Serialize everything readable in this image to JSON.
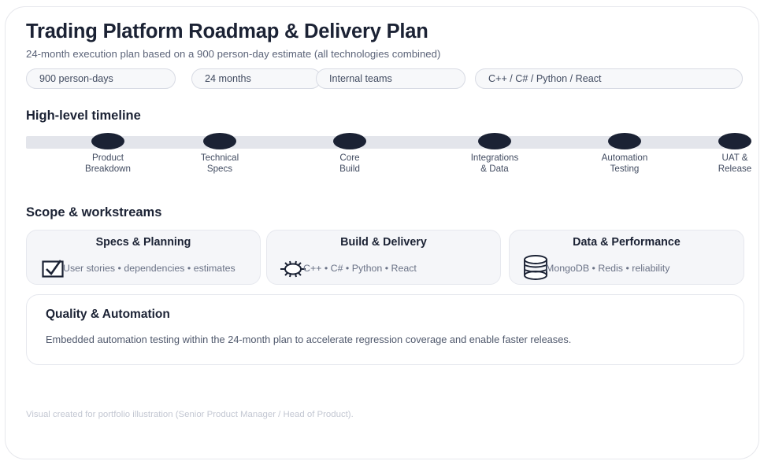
{
  "header": {
    "title": "Trading Platform Roadmap & Delivery Plan",
    "subtitle": "24-month execution plan based on a 900 person-day estimate (all technologies combined)",
    "pills": [
      {
        "label": "900 person-days"
      },
      {
        "label": "24 months"
      },
      {
        "label": "Internal teams"
      },
      {
        "label": "C++ / C# / Python / React"
      }
    ]
  },
  "timeline": {
    "heading": "High-level timeline",
    "stops": [
      {
        "line1": "Product",
        "line2": "Breakdown"
      },
      {
        "line1": "Technical",
        "line2": "Specs"
      },
      {
        "line1": "Core",
        "line2": "Build"
      },
      {
        "line1": "Integrations",
        "line2": "& Data"
      },
      {
        "line1": "Automation",
        "line2": "Testing"
      },
      {
        "line1": "UAT &",
        "line2": "Release"
      }
    ]
  },
  "scope": {
    "heading": "Scope & workstreams",
    "cards": [
      {
        "title": "Specs & Planning",
        "text": "User stories • dependencies • estimates",
        "icon": "checkbox-checked-icon"
      },
      {
        "title": "Build & Delivery",
        "text": "C++ • C# • Python • React",
        "icon": "gear-icon"
      },
      {
        "title": "Data & Performance",
        "text": "MongoDB • Redis • reliability",
        "icon": "database-icon"
      }
    ]
  },
  "panel": {
    "title": "Quality & Automation",
    "text": "Embedded automation testing within the 24-month plan to accelerate regression coverage and enable faster releases."
  },
  "footer": {
    "text": "Visual created for portfolio illustration (Senior Product Manager / Head of Product)."
  },
  "colors": {
    "ink": "#1b2234",
    "muted": "#6a7286",
    "bar": "#e3e5eb",
    "card_bg": "#f5f6f9",
    "border": "#e6e8ee",
    "footer": "#c3c7d2"
  }
}
